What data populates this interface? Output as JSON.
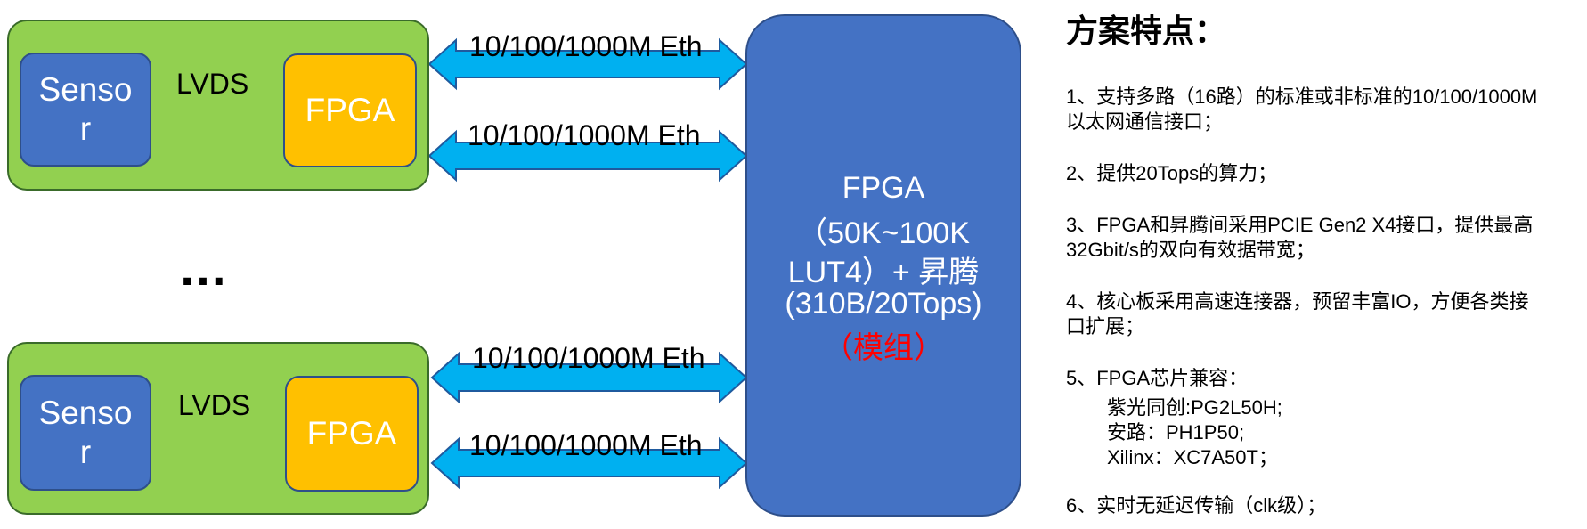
{
  "diagram": {
    "module_groups": [
      {
        "sensor_label": "Senso\nr",
        "link_label": "LVDS",
        "fpga_label": "FPGA"
      },
      {
        "sensor_label": "Senso\nr",
        "link_label": "LVDS",
        "fpga_label": "FPGA"
      }
    ],
    "ellipsis": "…",
    "eth_links": [
      "10/100/1000M Eth",
      "10/100/1000M Eth",
      "10/100/1000M Eth",
      "10/100/1000M Eth"
    ],
    "central_block": {
      "line1": "FPGA",
      "line2": "（50K~100K",
      "line3": "LUT4）+ 昇腾",
      "line4": "(310B/20Tops)",
      "line5": "（模组）"
    },
    "colors": {
      "group_fill": "#92d050",
      "sensor_fill": "#4472c4",
      "fpga_fill": "#ffc000",
      "arrow_fill": "#00b0f0",
      "central_fill": "#4472c4",
      "highlight_text": "#ff0000"
    }
  },
  "features": {
    "title": "方案特点：",
    "items": [
      {
        "line1": "1、支持多路（16路）的标准或非标准的10/100/1000M",
        "line2": "以太网通信接口；"
      },
      {
        "line1": "2、提供20Tops的算力；"
      },
      {
        "line1": "3、FPGA和昇腾间采用PCIE Gen2 X4接口，提供最高",
        "line2": "32Gbit/s的双向有效据带宽；"
      },
      {
        "line1": "4、核心板采用高速连接器，预留丰富IO，方便各类接",
        "line2": "口扩展；"
      },
      {
        "line1": "5、FPGA芯片兼容：",
        "subs": [
          "紫光同创:PG2L50H;",
          "安路：PH1P50;",
          "Xilinx：XC7A50T；"
        ]
      },
      {
        "line1": "6、实时无延迟传输（clk级）；"
      }
    ]
  }
}
